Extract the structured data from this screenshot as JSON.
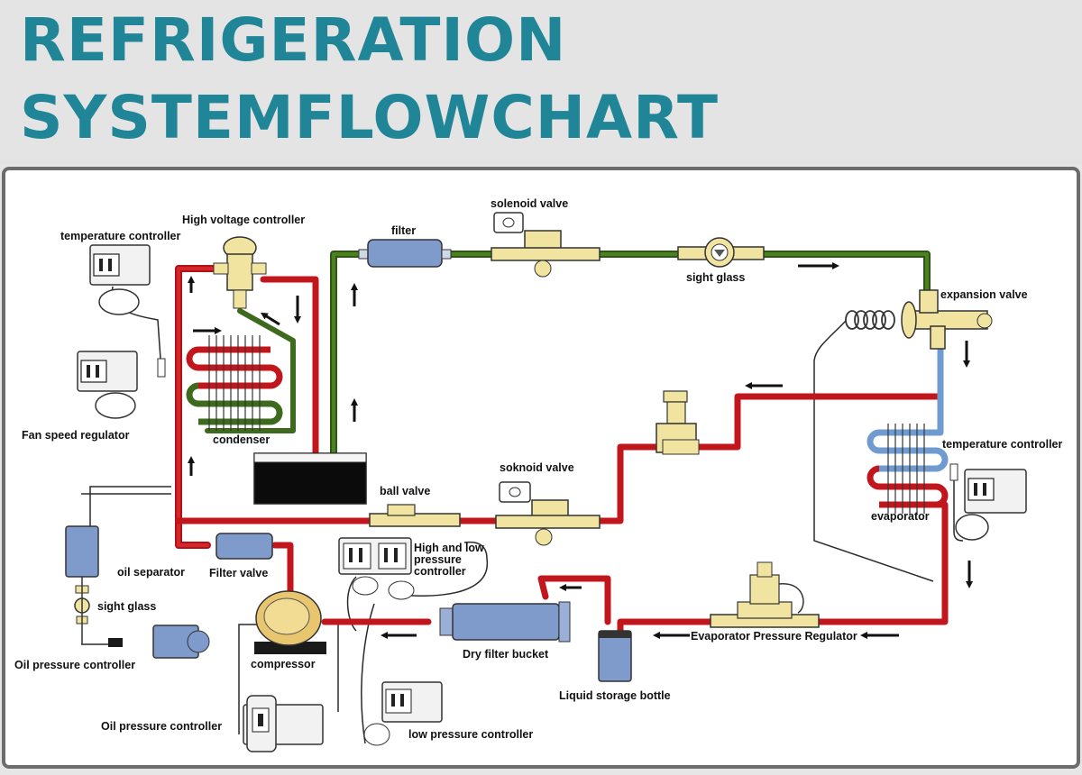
{
  "title": {
    "line1": "REFRIGERATION",
    "line2": "SYSTEMFLOWCHART"
  },
  "colors": {
    "title": "#1f8597",
    "hot_pipe": "#c0161c",
    "liquid_pipe": "#3e6a1e",
    "cold_pipe": "#6f9bd1",
    "component_brass": "#f1e3a0",
    "component_blue": "#7f9bcb"
  },
  "labels": {
    "temperature_controller_left": "temperature controller",
    "high_voltage_controller": "High voltage controller",
    "filter": "filter",
    "solenoid_valve": "solenoid valve",
    "sight_glass_top": "sight glass",
    "expansion_valve": "expansion valve",
    "fan_speed_regulator": "Fan speed regulator",
    "condenser": "condenser",
    "ball_valve": "ball valve",
    "soknoid_valve": "soknoid valve",
    "temperature_controller_right": "temperature controller",
    "evaporator": "evaporator",
    "oil_separator": "oil separator",
    "filter_valve": "Filter valve",
    "high_low_line1": "High and low",
    "high_low_line2": "pressure",
    "high_low_line3": "controller",
    "sight_glass_left": "sight glass",
    "oil_pressure_controller_left": "Oil pressure controller",
    "compressor": "compressor",
    "dry_filter_bucket": "Dry filter bucket",
    "evaporator_pressure_regulator": "Evaporator Pressure Regulator",
    "liquid_storage_bottle": "Liquid storage bottle",
    "oil_pressure_controller_bottom": "Oil pressure controller",
    "low_pressure_controller": "low pressure controller"
  }
}
